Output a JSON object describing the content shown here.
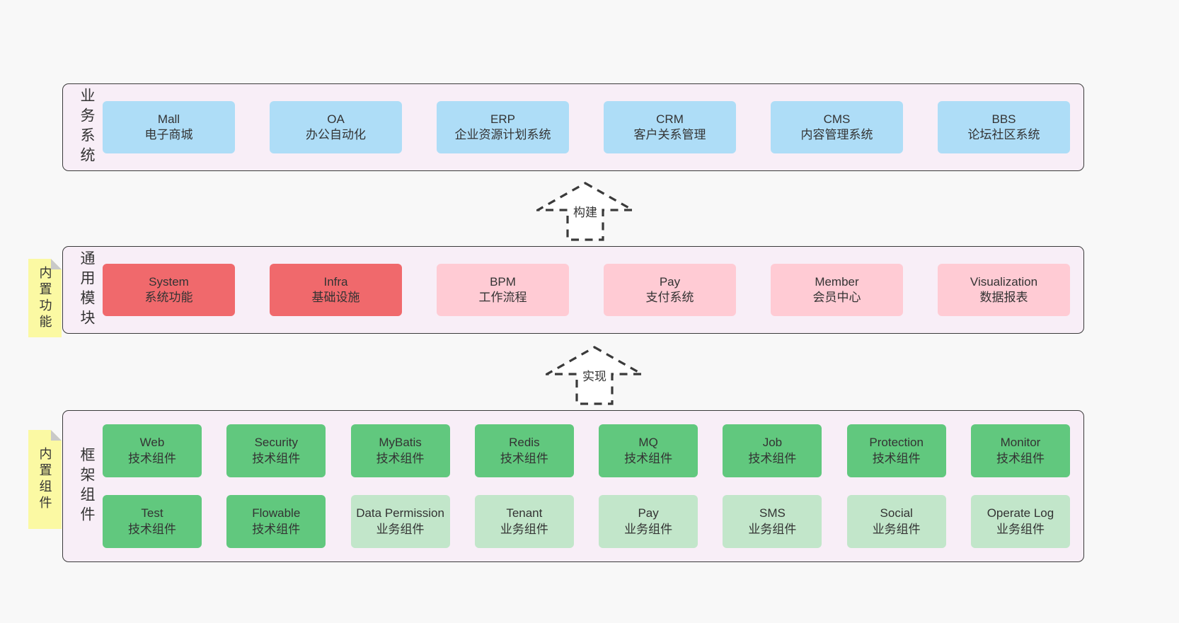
{
  "colors": {
    "page_bg": "#f8f8f8",
    "panel_bg": "#f8eef7",
    "panel_border": "#3a3a3a",
    "box_blue": "#aeddf7",
    "box_red": "#f0696c",
    "box_pink": "#ffcbd4",
    "box_green": "#61c87e",
    "box_lightgreen": "#c2e6ca",
    "note_yellow": "#fbf9a3",
    "note_fold_gray": "#c9c9c9",
    "text": "#333333"
  },
  "arrows": [
    {
      "label": "构建"
    },
    {
      "label": "实现"
    }
  ],
  "sections": {
    "business": {
      "label": "业务系统",
      "rows": [
        [
          {
            "variant": "blue",
            "lines": [
              "Mall",
              "电子商城"
            ]
          },
          {
            "variant": "blue",
            "lines": [
              "OA",
              "办公自动化"
            ]
          },
          {
            "variant": "blue",
            "lines": [
              "ERP",
              "企业资源计划系统"
            ]
          },
          {
            "variant": "blue",
            "lines": [
              "CRM",
              "客户关系管理"
            ]
          },
          {
            "variant": "blue",
            "lines": [
              "CMS",
              "内容管理系统"
            ]
          },
          {
            "variant": "blue",
            "lines": [
              "BBS",
              "论坛社区系统"
            ]
          }
        ]
      ]
    },
    "common": {
      "label": "通用模块",
      "note": "内置功能",
      "rows": [
        [
          {
            "variant": "red",
            "lines": [
              "System",
              "系统功能"
            ]
          },
          {
            "variant": "red",
            "lines": [
              "Infra",
              "基础设施"
            ]
          },
          {
            "variant": "pink",
            "lines": [
              "BPM",
              "工作流程"
            ]
          },
          {
            "variant": "pink",
            "lines": [
              "Pay",
              "支付系统"
            ]
          },
          {
            "variant": "pink",
            "lines": [
              "Member",
              "会员中心"
            ]
          },
          {
            "variant": "pink",
            "lines": [
              "Visualization",
              "数据报表"
            ]
          }
        ]
      ]
    },
    "framework": {
      "label": "框架组件",
      "note": "内置组件",
      "rows": [
        [
          {
            "variant": "green",
            "lines": [
              "Web",
              "技术组件"
            ]
          },
          {
            "variant": "green",
            "lines": [
              "Security",
              "技术组件"
            ]
          },
          {
            "variant": "green",
            "lines": [
              "MyBatis",
              "技术组件"
            ]
          },
          {
            "variant": "green",
            "lines": [
              "Redis",
              "技术组件"
            ]
          },
          {
            "variant": "green",
            "lines": [
              "MQ",
              "技术组件"
            ]
          },
          {
            "variant": "green",
            "lines": [
              "Job",
              "技术组件"
            ]
          },
          {
            "variant": "green",
            "lines": [
              "Protection",
              "技术组件"
            ]
          },
          {
            "variant": "green",
            "lines": [
              "Monitor",
              "技术组件"
            ]
          }
        ],
        [
          {
            "variant": "green",
            "lines": [
              "Test",
              "技术组件"
            ]
          },
          {
            "variant": "green",
            "lines": [
              "Flowable",
              "技术组件"
            ]
          },
          {
            "variant": "lightgreen",
            "lines": [
              "Data Permission",
              "业务组件"
            ]
          },
          {
            "variant": "lightgreen",
            "lines": [
              "Tenant",
              "业务组件"
            ]
          },
          {
            "variant": "lightgreen",
            "lines": [
              "Pay",
              "业务组件"
            ]
          },
          {
            "variant": "lightgreen",
            "lines": [
              "SMS",
              "业务组件"
            ]
          },
          {
            "variant": "lightgreen",
            "lines": [
              "Social",
              "业务组件"
            ]
          },
          {
            "variant": "lightgreen",
            "lines": [
              "Operate Log",
              "业务组件"
            ]
          }
        ]
      ]
    }
  }
}
